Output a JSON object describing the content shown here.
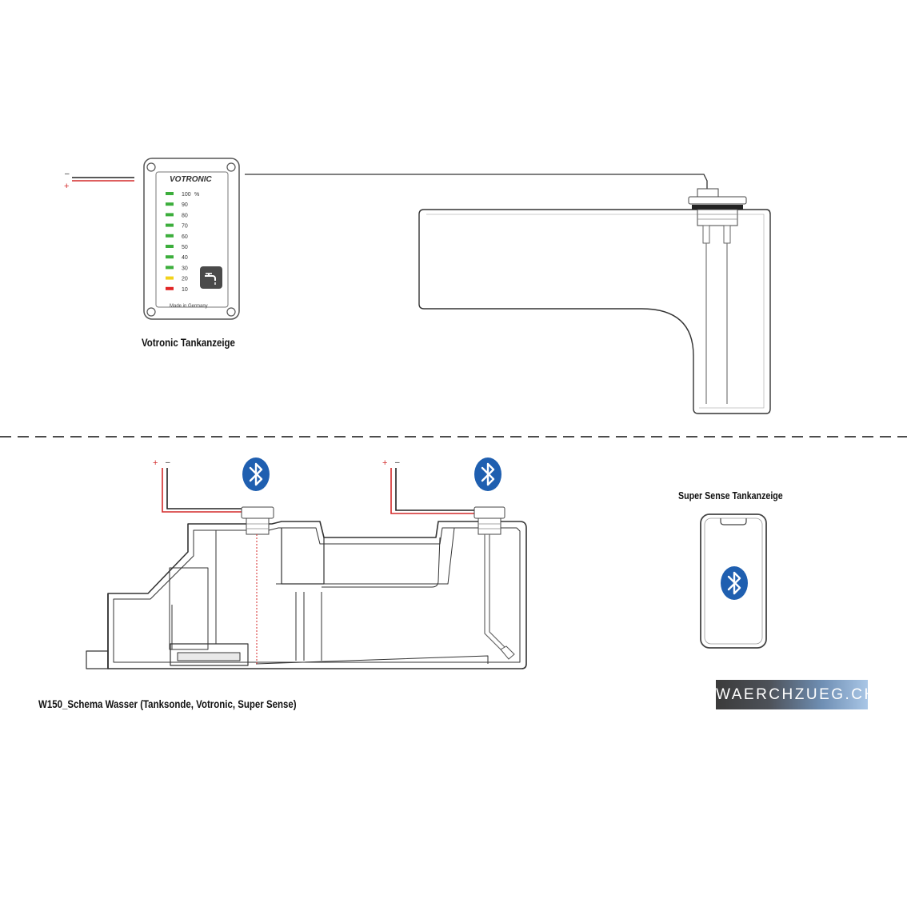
{
  "votronic_panel": {
    "brand": "VOTRONIC",
    "levels": [
      {
        "label": "100",
        "color": "#3cae3c"
      },
      {
        "label": "90",
        "color": "#3cae3c"
      },
      {
        "label": "80",
        "color": "#3cae3c"
      },
      {
        "label": "70",
        "color": "#3cae3c"
      },
      {
        "label": "60",
        "color": "#3cae3c"
      },
      {
        "label": "50",
        "color": "#3cae3c"
      },
      {
        "label": "40",
        "color": "#3cae3c"
      },
      {
        "label": "30",
        "color": "#3cae3c"
      },
      {
        "label": "20",
        "color": "#f2d21b"
      },
      {
        "label": "10",
        "color": "#e12525"
      }
    ],
    "percent_sign": "%",
    "footer": "Made in Germany",
    "button_icon": "water-tap-icon",
    "caption": "Votronic Tankanzeige"
  },
  "wire_polarity": {
    "minus": "–",
    "plus": "+"
  },
  "super_sense": {
    "caption": "Super Sense Tankanzeige",
    "phone_icon": "bluetooth-icon"
  },
  "schema_caption": "W150_Schema Wasser (Tanksonde, Votronic, Super Sense)",
  "brand_badge": "WAERCHZUEG.CH",
  "colors": {
    "bluetooth": "#1f5fb0",
    "wire_red": "#d42a2a",
    "wire_black": "#222222",
    "led_green": "#3cae3c",
    "led_yellow": "#f2d21b",
    "led_red": "#e12525"
  }
}
